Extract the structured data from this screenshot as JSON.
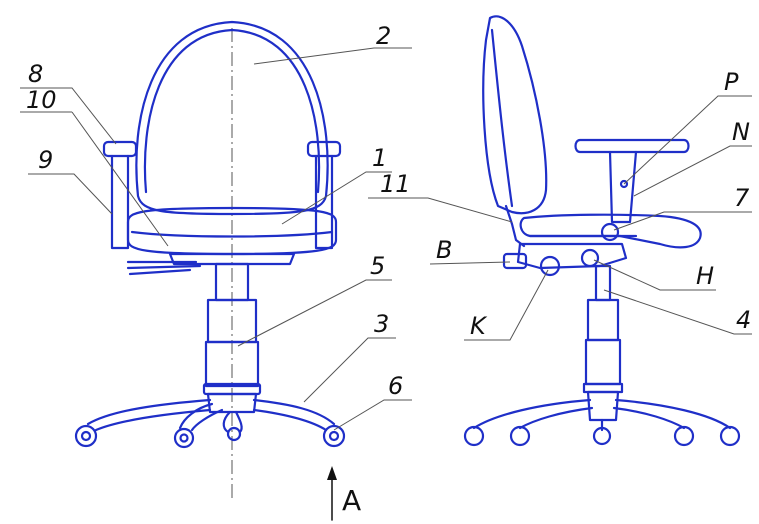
{
  "colors": {
    "drawing": "#1f2fc8",
    "leader": "#555555",
    "label": "#111111",
    "background": "#ffffff"
  },
  "labels": {
    "backrest": "2",
    "seat": "1",
    "part_8": "8",
    "part_10": "10",
    "part_9": "9",
    "part_11": "11",
    "part_5": "5",
    "part_3": "3",
    "part_6": "6",
    "part_P": "P",
    "part_N": "N",
    "part_7": "7",
    "part_B": "B",
    "part_H": "H",
    "part_K": "K",
    "part_4": "4",
    "view_arrow": "A"
  }
}
